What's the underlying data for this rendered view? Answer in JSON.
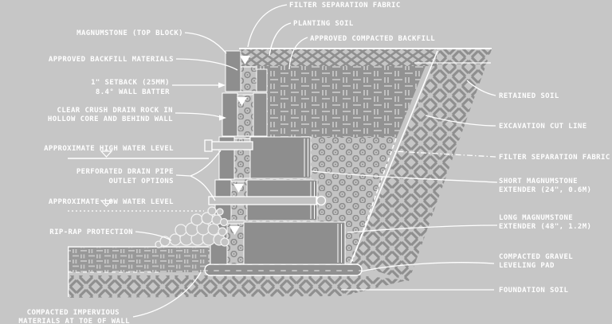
{
  "diagram": {
    "subject": "MagnumStone gravity retaining wall cross-section detail",
    "colors": {
      "background": "#c6c6c6",
      "line_and_text": "#ffffff",
      "hatch_gray": "#8e8e8e",
      "drain_rock_bg": "#c3c3c3"
    },
    "labels": {
      "left": {
        "top_block": "MAGNUMSTONE (TOP BLOCK)",
        "backfill_materials": "APPROVED BACKFILL MATERIALS",
        "setback_1": "1\" SETBACK (25MM)",
        "setback_2": "8.4° WALL BATTER",
        "drain_rock_1": "CLEAR CRUSH DRAIN ROCK IN",
        "drain_rock_2": "HOLLOW CORE AND BEHIND WALL",
        "high_water": "APPROXIMATE HIGH WATER LEVEL",
        "drain_pipe_1": "PERFORATED DRAIN PIPE",
        "drain_pipe_2": "OUTLET OPTIONS",
        "low_water": "APPROXIMATE LOW WATER LEVEL",
        "riprap": "RIP-RAP PROTECTION",
        "impervious_1": "COMPACTED IMPERVIOUS",
        "impervious_2": "MATERIALS AT TOE OF WALL"
      },
      "top": {
        "filter_fabric": "FILTER SEPARATION FABRIC",
        "planting_soil": "PLANTING SOIL",
        "compacted_backfill": "APPROVED COMPACTED BACKFILL"
      },
      "right": {
        "retained_soil": "RETAINED SOIL",
        "excavation_cut": "EXCAVATION CUT LINE",
        "filter_fabric": "FILTER SEPARATION FABRIC",
        "short_ext_1": "SHORT MAGNUMSTONE",
        "short_ext_2": "EXTENDER (24\", 0.6M)",
        "long_ext_1": "LONG MAGNUMSTONE",
        "long_ext_2": "EXTENDER (48\", 1.2M)",
        "pad_1": "COMPACTED GRAVEL",
        "pad_2": "LEVELING PAD",
        "foundation": "FOUNDATION SOIL"
      }
    }
  }
}
